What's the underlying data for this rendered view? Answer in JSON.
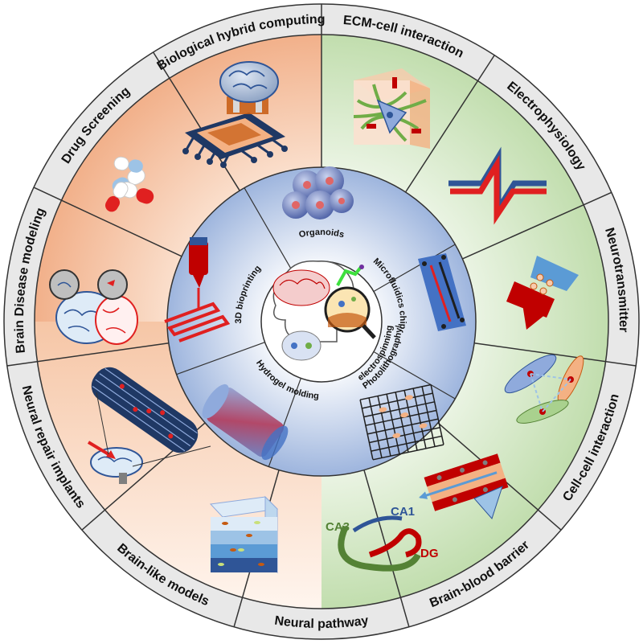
{
  "outer_ring": {
    "labels": [
      {
        "id": "ecm-cell-interaction",
        "text": "ECM-cell interaction"
      },
      {
        "id": "electrophysiology",
        "text": "Electrophysiology"
      },
      {
        "id": "neurotransmitter",
        "text": "Neurotransmitter"
      },
      {
        "id": "cell-cell-interaction",
        "text": "Cell-cell interaction"
      },
      {
        "id": "brain-blood-barrier",
        "text": "Brain-blood barrier"
      },
      {
        "id": "neural-pathway",
        "text": "Neural pathway"
      },
      {
        "id": "brain-like-models",
        "text": "Brain-like models"
      },
      {
        "id": "neural-repair-implants",
        "text": "Neural repair implants"
      },
      {
        "id": "brain-disease-modeling",
        "text": "Brain Disease modeling"
      },
      {
        "id": "drug-screening",
        "text": "Drug Screening"
      },
      {
        "id": "biological-hybrid-computing",
        "text": "Biological hybrid computing"
      }
    ]
  },
  "inner_ring": {
    "labels": [
      {
        "id": "organoids",
        "text": "Organoids"
      },
      {
        "id": "microfluidics-chip",
        "text": "Microfluidics chip"
      },
      {
        "id": "photolithography",
        "text": "Photolithography/"
      },
      {
        "id": "electrospinning",
        "text": "electrospinning"
      },
      {
        "id": "hydrogel-molding",
        "text": "Hydrogel  molding"
      },
      {
        "id": "bioprinting",
        "text": "3D bioprinting"
      }
    ]
  },
  "hippocampus": {
    "ca3": "CA3",
    "ca1": "CA1",
    "dg": "DG"
  },
  "colors": {
    "orange_sector": "#f3b48e",
    "green_sector": "#c5e0b4",
    "inner_blue": "#b4c7e7",
    "ring_gray": "#e7e7e7",
    "border": "#333333",
    "red": "#e02020",
    "blue": "#2f5597",
    "green": "#548235"
  }
}
